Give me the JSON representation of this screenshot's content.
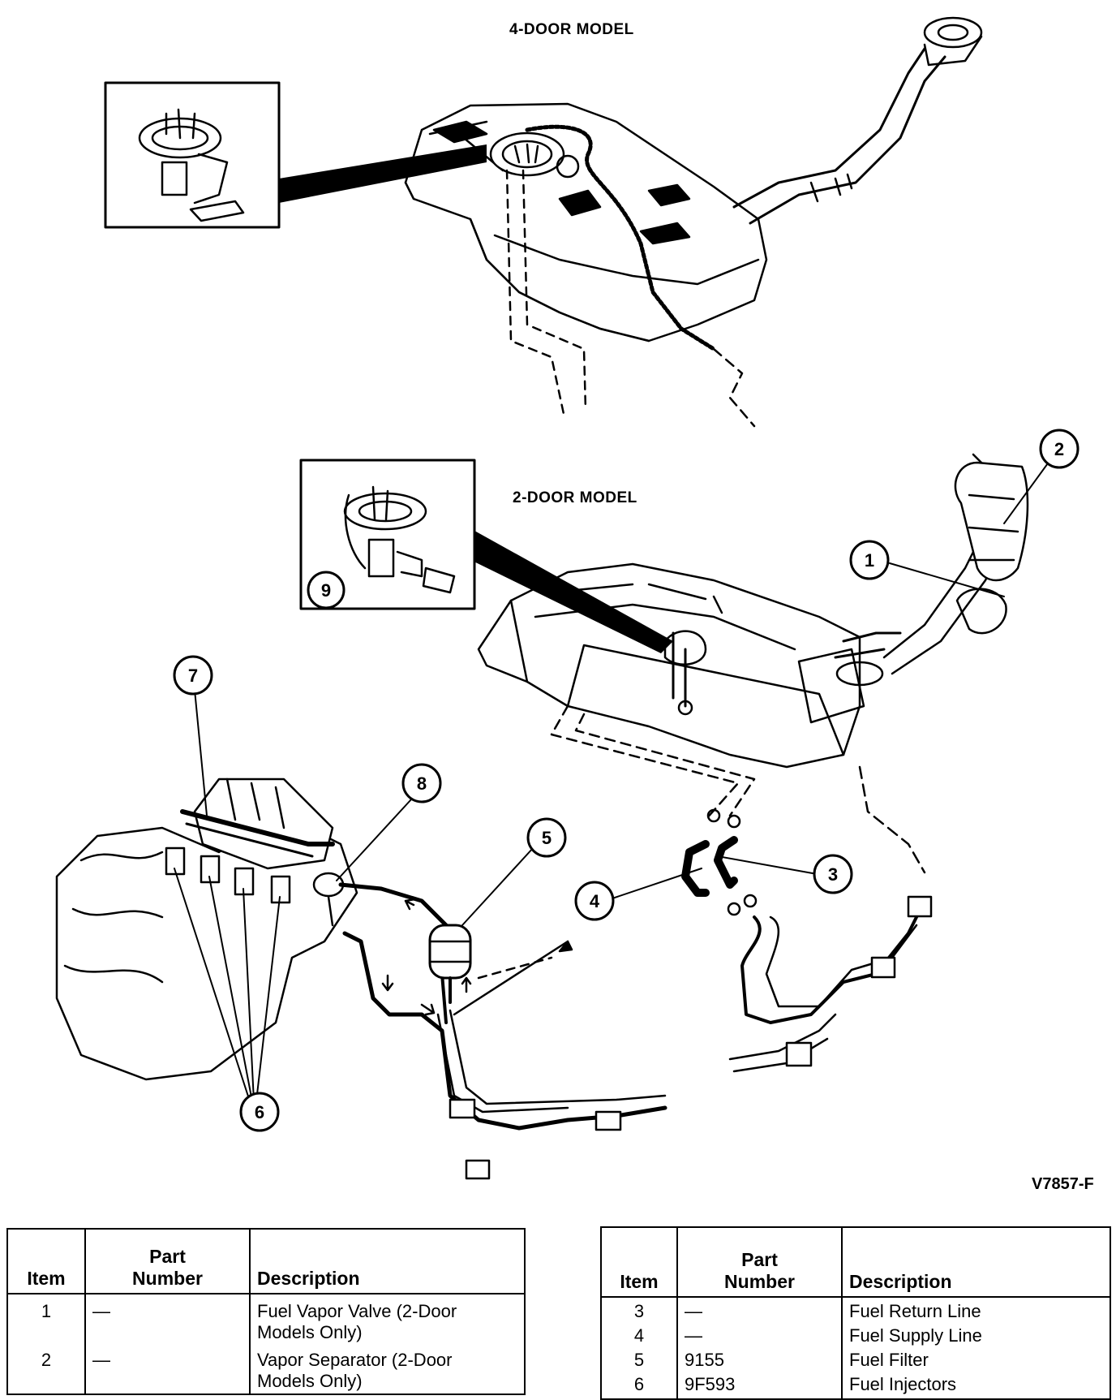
{
  "titles": {
    "four_door": "4-DOOR MODEL",
    "two_door": "2-DOOR MODEL"
  },
  "figure_id": "V7857-F",
  "callouts": [
    "1",
    "2",
    "3",
    "4",
    "5",
    "6",
    "7",
    "8",
    "9"
  ],
  "table_headers": {
    "item": "Item",
    "part_number_line1": "Part",
    "part_number_line2": "Number",
    "description": "Description"
  },
  "parts_left": [
    {
      "item": "1",
      "part_number": "—",
      "description_line1": "Fuel Vapor Valve (2-Door",
      "description_line2": "Models Only)"
    },
    {
      "item": "2",
      "part_number": "—",
      "description_line1": "Vapor Separator (2-Door",
      "description_line2": "Models Only)"
    }
  ],
  "parts_right": [
    {
      "item": "3",
      "part_number": "—",
      "description": "Fuel Return Line"
    },
    {
      "item": "4",
      "part_number": "—",
      "description": "Fuel Supply Line"
    },
    {
      "item": "5",
      "part_number": "9155",
      "description": "Fuel Filter"
    },
    {
      "item": "6",
      "part_number": "9F593",
      "description": "Fuel Injectors"
    }
  ]
}
